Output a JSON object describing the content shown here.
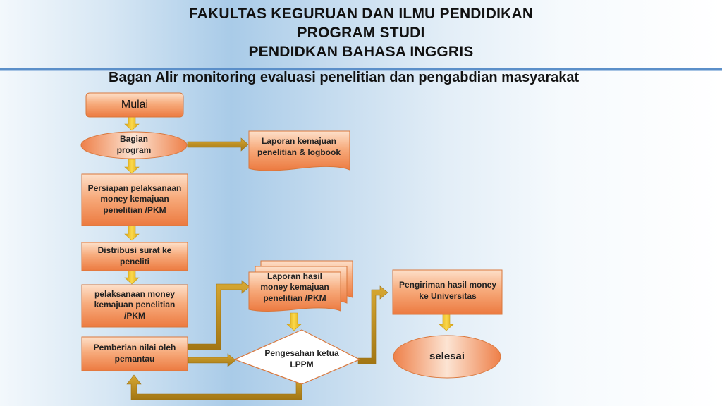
{
  "header": {
    "line1": "FAKULTAS KEGURUAN DAN ILMU PENDIDIKAN",
    "line2": "PROGRAM STUDI",
    "line3": "PENDIDKAN BAHASA INGGRIS",
    "subtitle": "Bagan Alir monitoring evaluasi penelitian dan pengabdian masyarakat"
  },
  "flow": {
    "mulai": "Mulai",
    "bagian": "Bagian program",
    "laporan_kemajuan": "Laporan kemajuan penelitian & logbook",
    "persiapan": "Persiapan pelaksanaan money kemajuan penelitian /PKM",
    "distribusi": "Distribusi surat ke peneliti",
    "pelaksanaan": "pelaksanaan money kemajuan penelitian /PKM",
    "pemberian": "Pemberian nilai oleh pemantau",
    "laporan_hasil": "Laporan hasil money kemajuan penelitian /PKM",
    "pengesahan": "Pengesahan ketua LPPM",
    "pengiriman": "Pengiriman hasil money ke Universitas",
    "selesai": "selesai"
  },
  "colors": {
    "box_fill_top": "#fbd2b4",
    "box_fill_bottom": "#ee8049",
    "box_stroke": "#d9773c",
    "arrow_yellow": "#f2c31b",
    "connector_gold": "#b98a1e",
    "rule_blue": "#5b8fc9"
  }
}
